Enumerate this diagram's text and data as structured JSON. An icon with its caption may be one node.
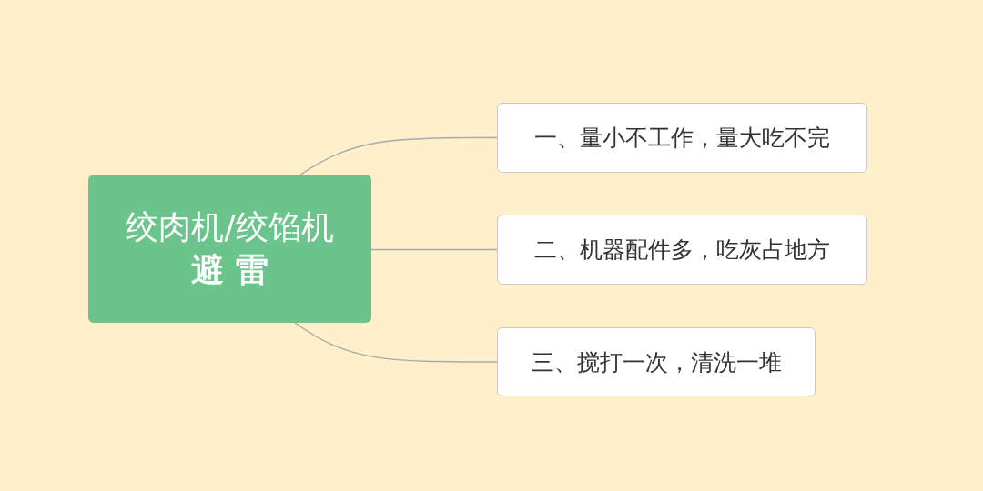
{
  "diagram": {
    "nodes": [
      {
        "text": [
          "绞肉机/绞馅机",
          "避 雷"
        ]
      },
      {
        "text": [
          "一、量小不工作，量大吃不完"
        ]
      },
      {
        "text": [
          "二、机器配件多，吃灰占地方"
        ]
      },
      {
        "text": [
          "三、搅打一次，清洗一堆"
        ]
      }
    ],
    "edges": [
      {
        "from": 0,
        "to": 1,
        "arrow": "none"
      },
      {
        "from": 0,
        "to": 2,
        "arrow": "none"
      },
      {
        "from": 0,
        "to": 3,
        "arrow": "none"
      }
    ]
  }
}
